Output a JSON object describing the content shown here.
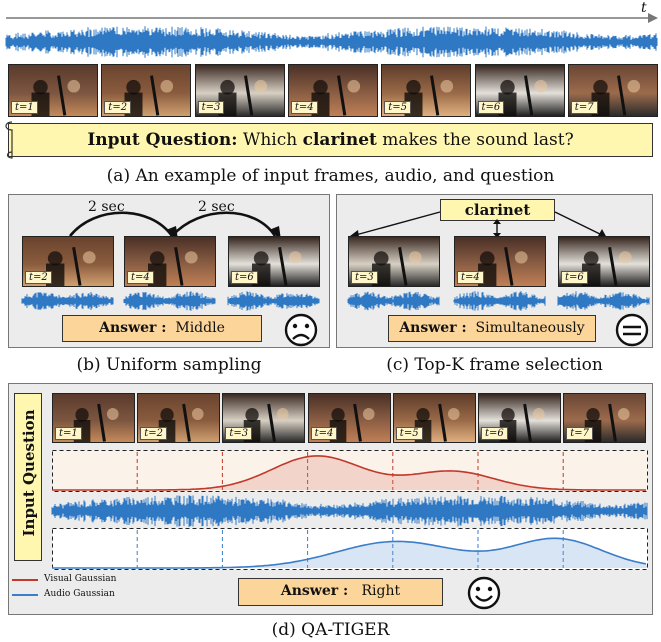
{
  "time_axis_label": "t",
  "frame_labels": [
    "t=1",
    "t=2",
    "t=3",
    "t=4",
    "t=5",
    "t=6",
    "t=7"
  ],
  "question": {
    "prefix": "Input Question:",
    "part1": " Which ",
    "keyword": "clarinet",
    "part2": " makes the sound last?"
  },
  "captions": {
    "a": "(a) An example of input frames, audio, and question",
    "b": "(b) Uniform sampling",
    "c": "(c) Top-K frame selection",
    "d": "(d) QA-TIGER"
  },
  "panel_b": {
    "interval_1": "2 sec",
    "interval_2": "2 sec",
    "frame_labels": [
      "t=2",
      "t=4",
      "t=6"
    ],
    "answer_label": "Answer :",
    "answer_value": "Middle",
    "face_icon": "sad-face-icon"
  },
  "panel_c": {
    "keyword": "clarinet",
    "frame_labels": [
      "t=3",
      "t=4",
      "t=6"
    ],
    "answer_label": "Answer :",
    "answer_value": "Simultaneously",
    "face_icon": "neutral-face-icon"
  },
  "panel_d": {
    "side_label": "Input Question",
    "frame_labels": [
      "t=1",
      "t=2",
      "t=3",
      "t=4",
      "t=5",
      "t=6",
      "t=7"
    ],
    "legend": [
      {
        "label": "Visual Gaussian",
        "color": "#c0392b"
      },
      {
        "label": "Audio Gaussian",
        "color": "#3a7dc9"
      }
    ],
    "answer_label": "Answer :",
    "answer_value": "Right",
    "face_icon": "happy-face-icon"
  },
  "colors": {
    "waveform": "#2f78c4",
    "visual": "#c0392b",
    "audio": "#3a7dc9",
    "scroll": "#fff7b0",
    "note": "#fbd59a"
  }
}
